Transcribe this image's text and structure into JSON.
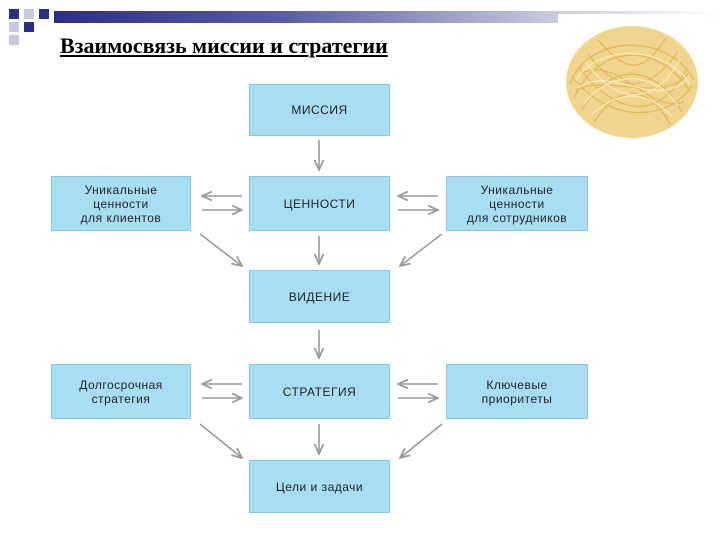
{
  "slide": {
    "title": "Взаимосвязь миссии и стратегии"
  },
  "diagram": {
    "center": [
      {
        "id": "mission",
        "label": "МИССИЯ"
      },
      {
        "id": "values",
        "label": "ЦЕННОСТИ"
      },
      {
        "id": "vision",
        "label": "ВИДЕНИЕ"
      },
      {
        "id": "strategy",
        "label": "СТРАТЕГИЯ"
      },
      {
        "id": "goals",
        "label": "Цели и задачи"
      }
    ],
    "left": [
      {
        "id": "client-values",
        "label": "Уникальные\nценности\nдля клиентов"
      },
      {
        "id": "long-term-strategy",
        "label": "Долгосрочная\nстратегия"
      }
    ],
    "right": [
      {
        "id": "employee-values",
        "label": "Уникальные\nценности\nдля сотрудников"
      },
      {
        "id": "key-priorities",
        "label": "Ключевые\nприоритеты"
      }
    ]
  },
  "colors": {
    "box_fill": "#a8def3",
    "arrow": "#9a9a9a",
    "title_bar": "#2b2f83"
  },
  "image": {
    "icon": "noodles-photo"
  }
}
